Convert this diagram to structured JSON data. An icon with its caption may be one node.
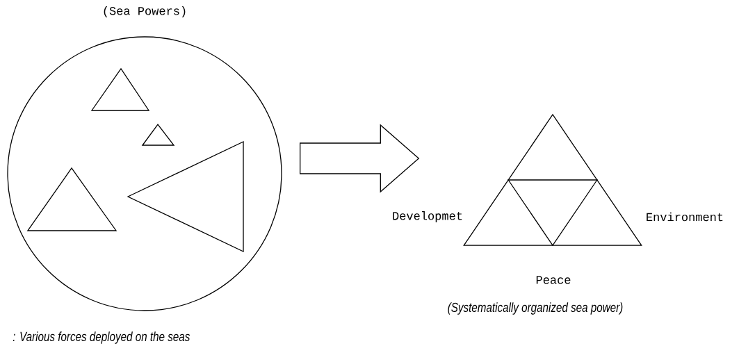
{
  "diagram": {
    "nodes": [
      {
        "text": [
          "(Sea Powers)"
        ]
      },
      {
        "text": [],
        "shape": "triangle"
      }
    ],
    "edges": [
      {
        "from": 0,
        "to": 1,
        "arrow": "to"
      }
    ],
    "labels": [
      "Developmet",
      "Environment",
      "Peace",
      "(Systematically organized sea power)",
      ": Various forces deployed on the seas"
    ]
  }
}
